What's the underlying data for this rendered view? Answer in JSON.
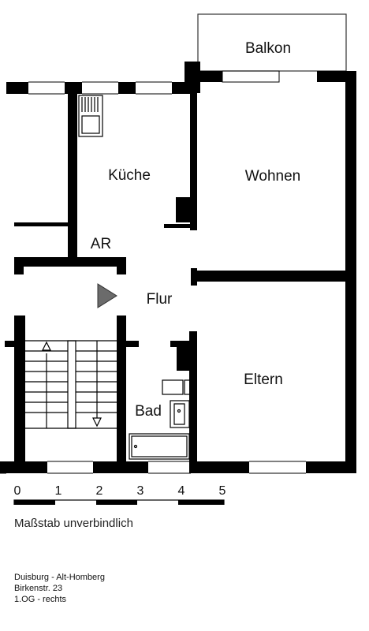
{
  "rooms": {
    "balkon": "Balkon",
    "kueche": "Küche",
    "wohnen": "Wohnen",
    "ar": "AR",
    "flur": "Flur",
    "eltern": "Eltern",
    "bad": "Bad"
  },
  "scale": {
    "ticks": [
      "0",
      "1",
      "2",
      "3",
      "4",
      "5"
    ],
    "note": "Maßstab unverbindlich"
  },
  "address": {
    "line1": "Duisburg - Alt-Homberg",
    "line2": "Birkenstr. 23",
    "line3": "1.OG - rechts"
  },
  "colors": {
    "wall": "#000000",
    "entrance_marker": "#6b6b6b"
  }
}
